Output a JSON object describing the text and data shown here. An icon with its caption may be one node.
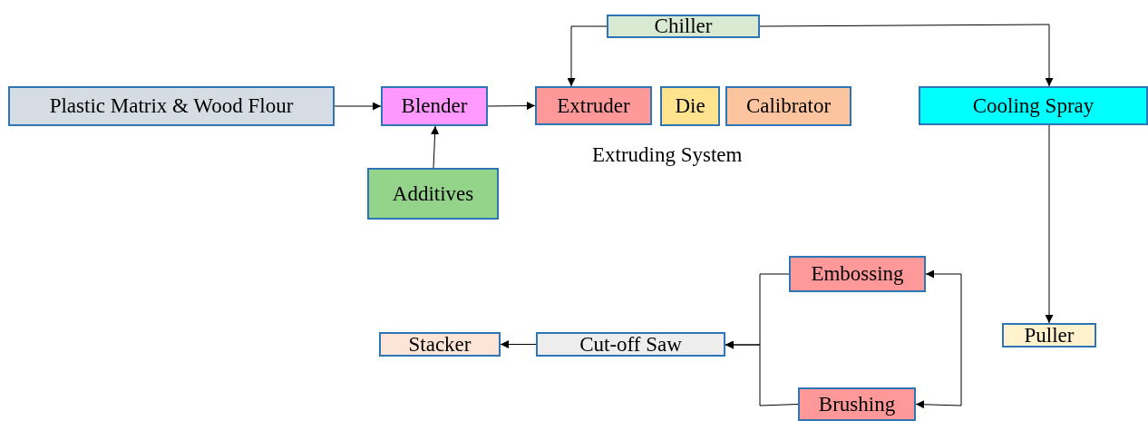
{
  "diagram": {
    "nodes": [
      {
        "text": [
          "Plastic Matrix & Wood Flour"
        ]
      },
      {
        "text": [
          "Blender"
        ]
      },
      {
        "text": [
          "Additives"
        ]
      },
      {
        "text": [
          "Chiller"
        ]
      },
      {
        "text": [
          "Extruder"
        ]
      },
      {
        "text": [
          "Die"
        ]
      },
      {
        "text": [
          "Calibrator"
        ]
      },
      {
        "text": [
          "Cooling Spray"
        ]
      },
      {
        "text": [
          "Puller"
        ]
      },
      {
        "text": [
          "Embossing"
        ]
      },
      {
        "text": [
          "Brushing"
        ]
      },
      {
        "text": [
          "Cut-off Saw"
        ]
      },
      {
        "text": [
          "Stacker"
        ]
      }
    ],
    "edges": [
      {
        "from": 0,
        "to": 1,
        "arrow": "to"
      },
      {
        "from": 2,
        "to": 1,
        "arrow": "to"
      },
      {
        "from": 1,
        "to": 4,
        "arrow": "to"
      },
      {
        "from": 3,
        "to": 4,
        "arrow": "to"
      },
      {
        "from": 3,
        "to": 7,
        "arrow": "to"
      },
      {
        "from": 7,
        "to": 8,
        "arrow": "to"
      },
      {
        "from": null,
        "to": 9,
        "arrow": "to"
      },
      {
        "from": null,
        "to": 10,
        "arrow": "to"
      },
      {
        "from": 9,
        "to": 11,
        "arrow": "to"
      },
      {
        "from": 10,
        "to": 11,
        "arrow": "to"
      },
      {
        "from": 11,
        "to": 12,
        "arrow": "to"
      }
    ],
    "labels": [
      "Extruding System"
    ]
  }
}
